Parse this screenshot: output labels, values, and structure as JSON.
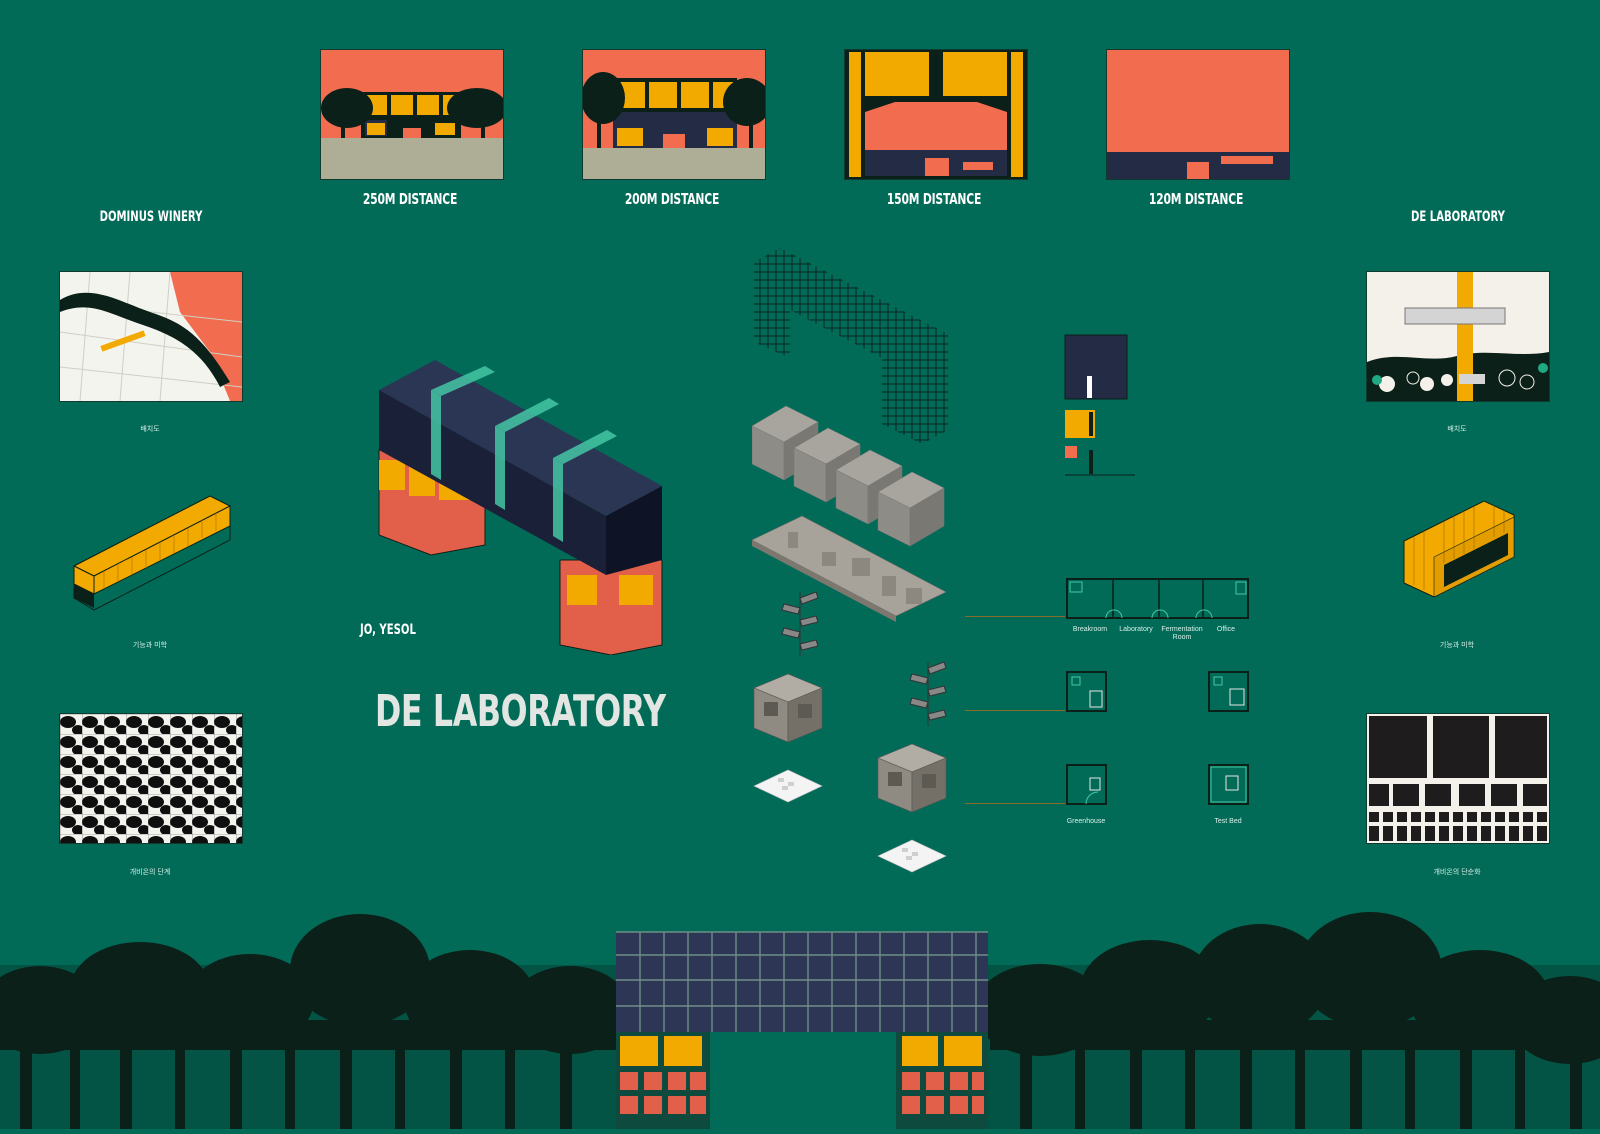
{
  "left_column": {
    "title": "DOMINUS WINERY",
    "captions": [
      "배치도",
      "기능과 미학",
      "개비온의 단계"
    ]
  },
  "right_column": {
    "title": "DE LABORATORY",
    "captions": [
      "배치도",
      "기능과 미학",
      "개비온의 단순화"
    ]
  },
  "distance_views": [
    {
      "label": "250M DISTANCE"
    },
    {
      "label": "200M DISTANCE"
    },
    {
      "label": "150M DISTANCE"
    },
    {
      "label": "120M DISTANCE"
    }
  ],
  "project": {
    "author": "JO, YESOL",
    "name": "DE LABORATORY"
  },
  "plans": {
    "ground": [
      "Breakroom",
      "Laboratory",
      "Fermentation Room",
      "Office"
    ],
    "lower": [
      "Greenhouse",
      "Test Bed"
    ]
  },
  "colors": {
    "background": "#026b58",
    "coral": "#f26d50",
    "yellow": "#f3aa00",
    "navy": "#232b45",
    "dark_green": "#0b2018",
    "sand": "#aeae96"
  }
}
